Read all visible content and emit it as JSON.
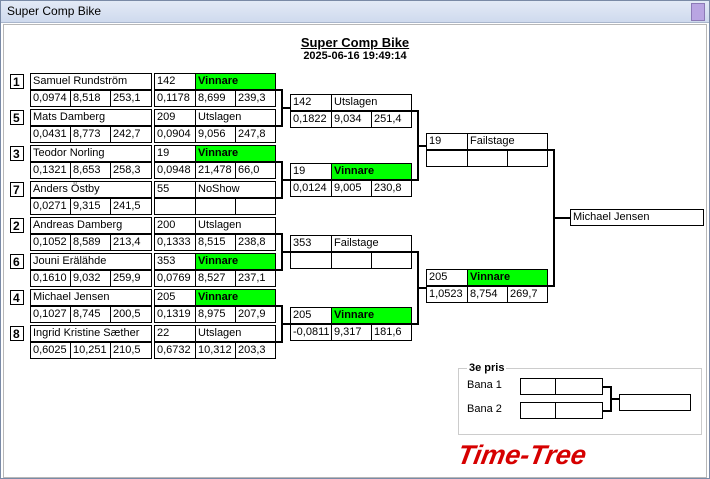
{
  "window": {
    "title": "Super Comp Bike"
  },
  "header": {
    "title": "Super Comp Bike",
    "datetime": "2025-06-16 19:49:14"
  },
  "round1": [
    {
      "seed": "1",
      "name": "Samuel Rundström",
      "rt": "0,0974",
      "et": "8,518",
      "speed": "253,1",
      "bike": "142",
      "status": "Vinnare",
      "winner": true,
      "rt2": "0,1178",
      "et2": "8,699",
      "speed2": "239,3"
    },
    {
      "seed": "5",
      "name": "Mats Damberg",
      "rt": "0,0431",
      "et": "8,773",
      "speed": "242,7",
      "bike": "209",
      "status": "Utslagen",
      "winner": false,
      "rt2": "0,0904",
      "et2": "9,056",
      "speed2": "247,8"
    },
    {
      "seed": "3",
      "name": "Teodor Norling",
      "rt": "0,1321",
      "et": "8,653",
      "speed": "258,3",
      "bike": "19",
      "status": "Vinnare",
      "winner": true,
      "rt2": "0,0948",
      "et2": "21,478",
      "speed2": "66,0"
    },
    {
      "seed": "7",
      "name": "Anders Östby",
      "rt": "0,0271",
      "et": "9,315",
      "speed": "241,5",
      "bike": "55",
      "status": "NoShow",
      "winner": false,
      "rt2": "",
      "et2": "",
      "speed2": ""
    },
    {
      "seed": "2",
      "name": "Andreas Damberg",
      "rt": "0,1052",
      "et": "8,589",
      "speed": "213,4",
      "bike": "200",
      "status": "Utslagen",
      "winner": false,
      "rt2": "0,1333",
      "et2": "8,515",
      "speed2": "238,8"
    },
    {
      "seed": "6",
      "name": "Jouni Erälähde",
      "rt": "0,1610",
      "et": "9,032",
      "speed": "259,9",
      "bike": "353",
      "status": "Vinnare",
      "winner": true,
      "rt2": "0,0769",
      "et2": "8,527",
      "speed2": "237,1"
    },
    {
      "seed": "4",
      "name": "Michael Jensen",
      "rt": "0,1027",
      "et": "8,745",
      "speed": "200,5",
      "bike": "205",
      "status": "Vinnare",
      "winner": true,
      "rt2": "0,1319",
      "et2": "8,975",
      "speed2": "207,9"
    },
    {
      "seed": "8",
      "name": "Ingrid Kristine Sæther",
      "rt": "0,6025",
      "et": "10,251",
      "speed": "210,5",
      "bike": "22",
      "status": "Utslagen",
      "winner": false,
      "rt2": "0,6732",
      "et2": "10,312",
      "speed2": "203,3"
    }
  ],
  "round2": [
    {
      "bike": "142",
      "status": "Utslagen",
      "winner": false,
      "rt": "0,1822",
      "et": "9,034",
      "speed": "251,4"
    },
    {
      "bike": "19",
      "status": "Vinnare",
      "winner": true,
      "rt": "0,0124",
      "et": "9,005",
      "speed": "230,8"
    },
    {
      "bike": "353",
      "status": "Failstage",
      "winner": false,
      "rt": "",
      "et": "",
      "speed": ""
    },
    {
      "bike": "205",
      "status": "Vinnare",
      "winner": true,
      "rt": "-0,0811",
      "et": "9,317",
      "speed": "181,6"
    }
  ],
  "round3": [
    {
      "bike": "19",
      "status": "Failstage",
      "winner": false,
      "rt": "",
      "et": "",
      "speed": ""
    },
    {
      "bike": "205",
      "status": "Vinnare",
      "winner": true,
      "rt": "1,0523",
      "et": "8,754",
      "speed": "269,7"
    }
  ],
  "final": {
    "winner_name": "Michael Jensen"
  },
  "third_place": {
    "title": "3e pris",
    "lane1_label": "Bana 1",
    "lane2_label": "Bana 2",
    "lane1_value": "",
    "lane2_value": "",
    "result": ""
  },
  "logo": {
    "text": "Time-Tree",
    "color": "#d60000"
  },
  "colors": {
    "winner": "#00ff00"
  }
}
